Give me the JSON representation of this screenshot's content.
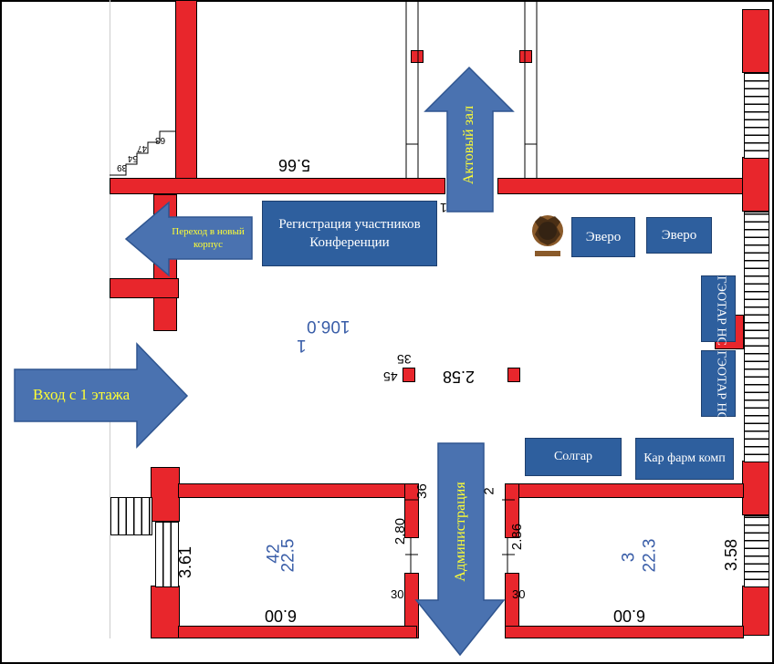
{
  "arrows": {
    "entrance": "Вход с 1 этажа",
    "new_building": "Переход в новый корпус",
    "assembly_hall": "Актовый зал",
    "administration": "Администрация"
  },
  "booths": {
    "registration": "Регистрация участников Конференции",
    "evero_1": "Эверо",
    "evero_2": "Эверо",
    "geotar_1": "ГЭОТАР НС",
    "geotar_2": "ГЭОТАР НС",
    "solgar": "Солгар",
    "kar_farm": "Кар фарм комп"
  },
  "rooms": {
    "main_number": "1",
    "main_area": "106.0",
    "left_number": "42",
    "left_area": "22.5",
    "right_number": "3",
    "right_area": "22.3"
  },
  "dimensions": {
    "top_wall": "5.66",
    "column_gap": "2.58",
    "col_a": "35",
    "col_b": "45",
    "left_room_height": "3.61",
    "left_room_width": "6.00",
    "left_door": "2.80",
    "left_door_30": "30",
    "right_door": "2.86",
    "right_door_30": "30",
    "right_room_height": "3.58",
    "right_room_width": "6.00",
    "corridor_36": "36",
    "corridor_2": "2",
    "stair_39": "39",
    "stair_47": "47",
    "stair_54": "54",
    "stair_63": "63",
    "top_1": "1"
  },
  "colors": {
    "wall": "#e8262c",
    "booth": "#2e5f9e",
    "arrow": "#4a72b0",
    "arrow_text": "#ffff33",
    "area_text": "#3a5ea8"
  },
  "logo": {
    "name": "lion-logo-icon"
  }
}
